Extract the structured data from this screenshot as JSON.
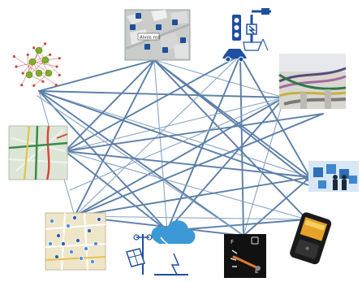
{
  "colors": {
    "line": "#5b7fa8",
    "line_light": "#8aa6c6",
    "icon_blue": "#1e4fa0",
    "sky": "#3b9ad6",
    "graph_node": "#7fae2a",
    "graph_edge": "#c94a3a"
  },
  "nodes": [
    {
      "id": "map-3d-city",
      "icon": "3d-city-map-icon"
    },
    {
      "id": "traffic-signal",
      "icon": "traffic-signal-car-icon"
    },
    {
      "id": "network-graph",
      "icon": "network-graph-icon"
    },
    {
      "id": "highway-traffic",
      "icon": "highway-interchange-icon"
    },
    {
      "id": "road-map",
      "icon": "road-map-icon"
    },
    {
      "id": "people-network",
      "icon": "people-network-icon"
    },
    {
      "id": "city-map-pins",
      "icon": "map-pins-icon"
    },
    {
      "id": "weather-station",
      "icon": "weather-solar-icon"
    },
    {
      "id": "fuel-gauge",
      "icon": "fuel-gauge-icon"
    },
    {
      "id": "mobile-phone",
      "icon": "smartphone-icon"
    }
  ],
  "map_label": "Alvos nss"
}
